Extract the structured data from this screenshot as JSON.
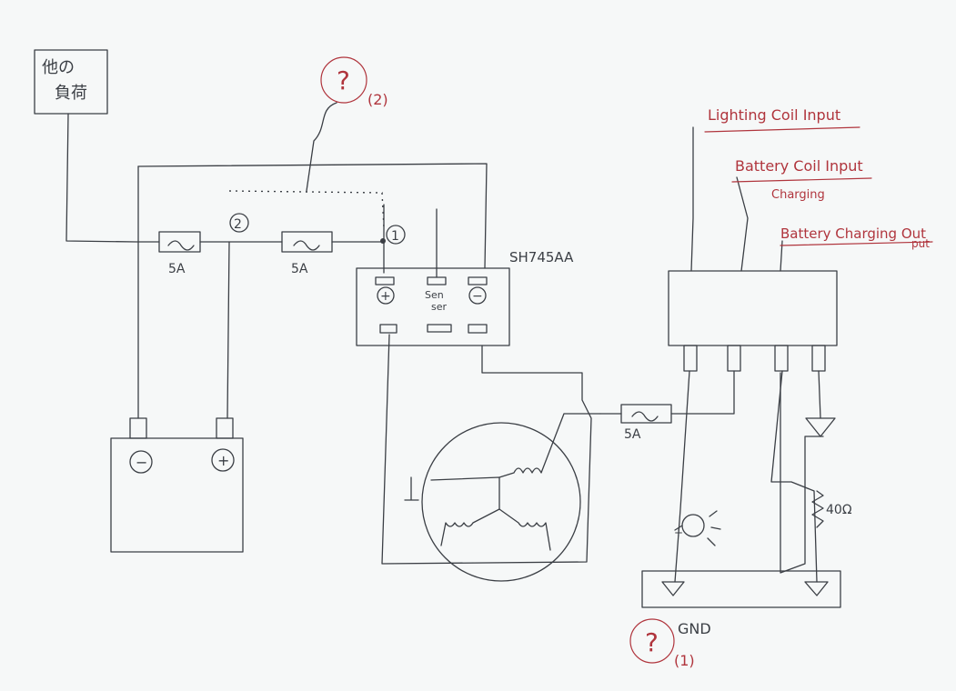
{
  "other_load": {
    "line1": "他の",
    "line2": "負荷"
  },
  "fuses": {
    "left": "5A",
    "middle": "5A",
    "right": "5A"
  },
  "nodes": {
    "node1": "1",
    "node2": "2"
  },
  "regulator": {
    "model": "SH745AA",
    "plus": "+",
    "sensor_line1": "Sen",
    "sensor_line2": "ser",
    "minus": "−"
  },
  "battery": {
    "minus": "−",
    "plus": "+"
  },
  "output_labels": {
    "lighting": "Lighting Coil Input",
    "battery_coil": "Battery Coil Input",
    "charging": "Charging",
    "battery_out_line1": "Battery Charging Out",
    "battery_out_line2": "put"
  },
  "resistor": "40Ω",
  "gnd": "GND",
  "questions": {
    "q1_symbol": "?",
    "q1_num": "(1)",
    "q2_symbol": "?",
    "q2_num": "(2)"
  }
}
